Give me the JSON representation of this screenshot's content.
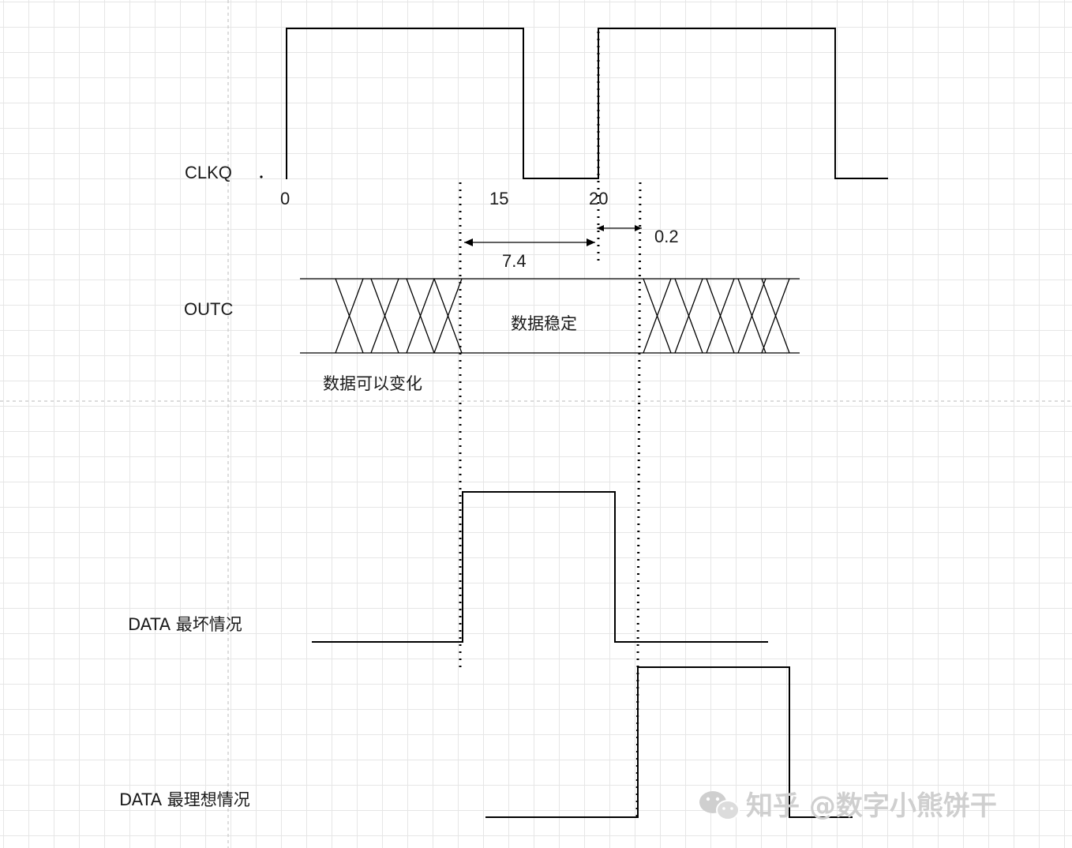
{
  "signals": {
    "clk": "CLKQ",
    "out": "OUTC",
    "data_worst": "DATA  最坏情况",
    "data_ideal": "DATA  最理想情况"
  },
  "time_labels": {
    "t0": "0",
    "t15": "15",
    "t20": "20"
  },
  "intervals": {
    "setup": "7.4",
    "hold": "0.2"
  },
  "annotations": {
    "stable": "数据稳定",
    "changing": "数据可以变化"
  },
  "watermark": {
    "text": "知乎 @数字小熊饼干",
    "icon": "wechat-icon"
  }
}
